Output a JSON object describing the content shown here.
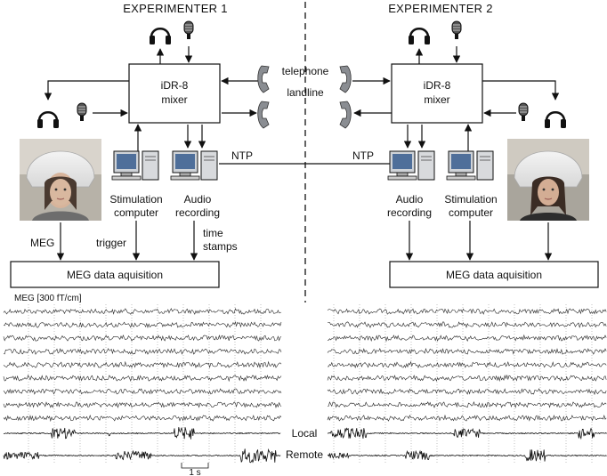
{
  "experimenters": [
    {
      "title": "EXPERIMENTER 1",
      "mixer_lines": [
        "iDR-8",
        "mixer"
      ],
      "stim_lines": [
        "Stimulation",
        "computer"
      ],
      "audio_lines": [
        "Audio",
        "recording"
      ],
      "meg_box": "MEG data aquisition",
      "ntp": "NTP"
    },
    {
      "title": "EXPERIMENTER 2",
      "mixer_lines": [
        "iDR-8",
        "mixer"
      ],
      "stim_lines": [
        "Stimulation",
        "computer"
      ],
      "audio_lines": [
        "Audio",
        "recording"
      ],
      "meg_box": "MEG data aquisition",
      "ntp": "NTP"
    }
  ],
  "telephone_lines": [
    "telephone",
    "landline"
  ],
  "signal_labels": {
    "meg": "MEG",
    "trigger": "trigger",
    "time_stamps": [
      "time",
      "stamps"
    ]
  },
  "traces": {
    "scale_label": "MEG [300 fT/cm]",
    "local_label": "Local",
    "remote_label": "Remote",
    "time_scale": "1 s"
  }
}
